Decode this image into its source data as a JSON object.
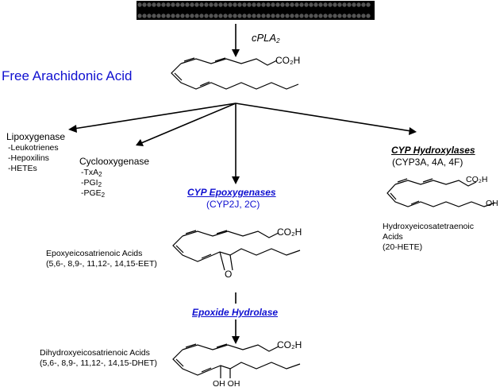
{
  "membrane": "membrane",
  "cpla2": {
    "main": "cPLA",
    "sub": "2"
  },
  "free_aa": "Free Arachidonic Acid",
  "co2h": "CO₂H",
  "oh": "OH",
  "lipoxygenase": {
    "title": "Lipoxygenase",
    "items": [
      "-Leukotrienes",
      "-Hepoxilins",
      "-HETEs"
    ]
  },
  "cyclooxygenase": {
    "title": "Cyclooxygenase",
    "items": [
      {
        "main": "-TxA",
        "sub": "2"
      },
      {
        "main": "-PGI",
        "sub": "2"
      },
      {
        "main": "-PGE",
        "sub": "2"
      }
    ]
  },
  "cyp_epoxygenases": {
    "title": "CYP Epoxygenases",
    "sub": "(CYP2J, 2C)"
  },
  "cyp_hydroxylases": {
    "title": "CYP Hydroxylases",
    "sub": "(CYP3A, 4A, 4F)"
  },
  "hydroxy": {
    "line1": "Hydroxyeicosatetraenoic",
    "line2": "Acids",
    "line3": "(20-HETE)"
  },
  "eets": {
    "line1": "Epoxyeicosatrienoic Acids",
    "line2": "(5,6-, 8,9-, 11,12-, 14,15-EET)"
  },
  "epoxide_hydrolase": "Epoxide Hydrolase",
  "dhets": {
    "line1": "Dihydroxyeicosatrienoic Acids",
    "line2": "(5,6-, 8,9-, 11,12-, 14,15-DHET)"
  },
  "epoxide_o": "O",
  "oh_pair": "OH OH"
}
